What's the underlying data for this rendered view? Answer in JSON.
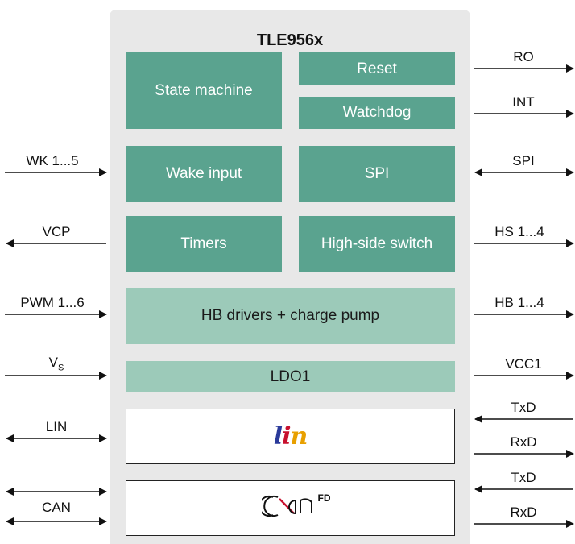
{
  "title": "TLE956x",
  "blocks": {
    "state_machine": "State machine",
    "reset": "Reset",
    "watchdog": "Watchdog",
    "wake_input": "Wake input",
    "spi": "SPI",
    "timers": "Timers",
    "high_side_switch": "High-side switch",
    "hb_drivers": "HB drivers + charge pump",
    "ldo1": "LDO1",
    "lin_logo": "lin",
    "can_logo": "can",
    "can_fd": "FD"
  },
  "left_signals": {
    "wk": "WK 1...5",
    "vcp": "VCP",
    "pwm": "PWM 1...6",
    "vs": "V",
    "vs_sub": "S",
    "lin": "LIN",
    "can": "CAN"
  },
  "right_signals": {
    "ro": "RO",
    "int": "INT",
    "spi": "SPI",
    "hs": "HS 1...4",
    "hb": "HB 1...4",
    "vcc1": "VCC1",
    "lin_txd": "TxD",
    "lin_rxd": "RxD",
    "can_txd": "TxD",
    "can_rxd": "RxD"
  },
  "colors": {
    "block_dark": "#5aa38f",
    "block_light": "#9ccab9",
    "chip_bg": "#e8e8e8",
    "lin_l": "#2a3a9a",
    "lin_i": "#c8102e",
    "lin_n": "#e8a000"
  }
}
